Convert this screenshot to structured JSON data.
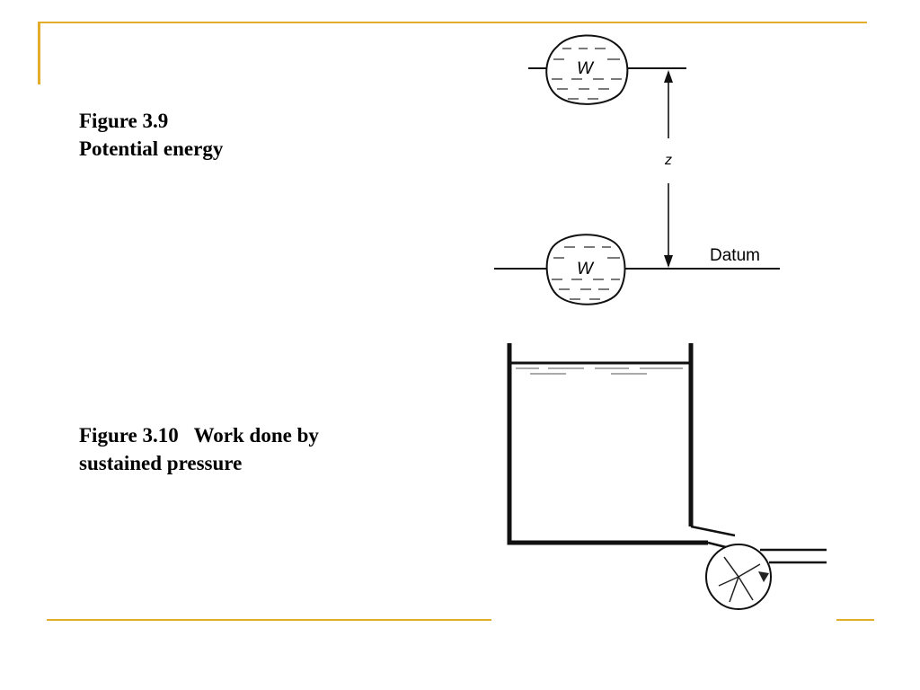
{
  "slide": {
    "accent_color": "#e3ac2a",
    "figure_1": {
      "caption_line1": "Figure 3.9",
      "caption_line2": "Potential energy",
      "weight_label_top": "W",
      "weight_label_bottom": "W",
      "height_label": "z",
      "datum_label": "Datum"
    },
    "figure_2": {
      "caption_line1": "Figure 3.10   Work done by",
      "caption_line2": "sustained pressure"
    }
  }
}
